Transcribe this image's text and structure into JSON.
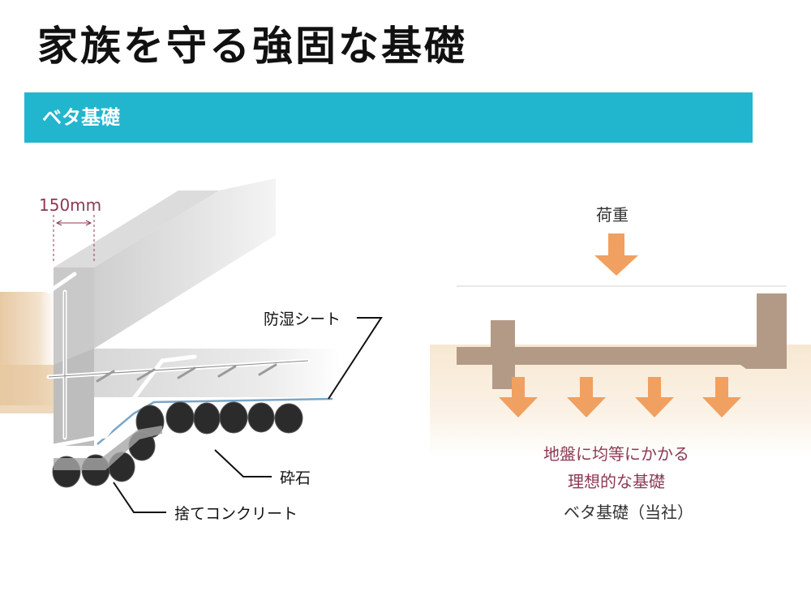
{
  "page": {
    "title": "家族を守る強固な基礎",
    "banner": "ベタ基礎"
  },
  "foundation_detail": {
    "dimension": "150mm",
    "labels": {
      "moisture_sheet": "防湿シート",
      "crushed_stone": "砕石",
      "leveling_concrete": "捨てコンクリート"
    }
  },
  "load_diagram": {
    "load_label": "荷重",
    "caption_line1": "地盤に均等にかかる",
    "caption_line2": "理想的な基礎",
    "caption_line3": "ベタ基礎（当社）"
  },
  "colors": {
    "banner": "#21b6cd",
    "arrow": "#f0a060",
    "foundation_section": "#b39a87",
    "caption_accent": "#8c3a52",
    "dimension_text": "#8c3a52"
  }
}
